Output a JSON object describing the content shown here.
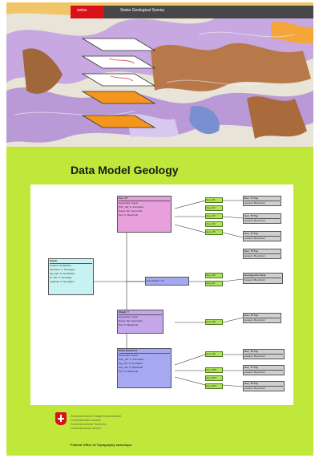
{
  "header": {
    "left_text": "swiss",
    "right_text": "Swiss Geological Survey"
  },
  "title": "Data Model Geology",
  "colors": {
    "background": "#bfe83a",
    "pink": "#e7a0dc",
    "purple": "#c4a6ea",
    "blue": "#a6a8f2",
    "cyan": "#c8f2f2",
    "grey": "#cfcfcf",
    "green": "#aee35a",
    "orange": "#f4951e"
  },
  "diagram": {
    "pink_box": {
      "header": "Geo_XY",
      "rows": [
        "Geometrie: Linear",
        "Prim_Attr: S. Formation",
        "Name: Attr. Geometrie",
        "Text: S_Beschreib"
      ]
    },
    "cyan_box": {
      "header": "Objekt",
      "rows": [
        "Gesamt: Surfattribut",
        "Flurname: S. Sonstiges",
        "Typ_Attr: S. Surfattribut",
        "Nr. Attr: S. Sonstiges",
        "Legende: S. Sonstiges"
      ]
    },
    "center_box": "Konstruktion 1:X",
    "purple_box": {
      "header": "Objekt_Y",
      "rows": [
        "Geometrie: Linear",
        "Name: Attr. Geometrie",
        "Text: S. Beschreib"
      ]
    },
    "blue_box": {
      "header": "Daten Modell XY",
      "rows": [
        "Geometrie: Linear",
        "Prim_Attr: S. Formation",
        "Typ_Attr: S. Formation",
        "Sek_Attr: S. Beschreib",
        "Text: S. Beschreib"
      ]
    },
    "green_labels": [
      "Geo_M1",
      "Geo_M2",
      "Geo_M3",
      "Geo_M4",
      "Geo_M5",
      "Geo_M6",
      "Geo_M7",
      "Geo_M8",
      "Geo_M9",
      "Geo_M10",
      "Geo_M11",
      "Geo_M12"
    ],
    "grey_boxes": [
      {
        "header": "Geo_T1 Typ",
        "row": "Gesamt: Beschreib"
      },
      {
        "header": "Geo_T2 Typ",
        "row": "Gesamt: Beschreib"
      },
      {
        "header": "Geo_T3 Typ",
        "row": "Gesamt: Beschreib"
      },
      {
        "header": "Geo_T4 Typ",
        "row": "Gesamt: Beschreib"
      },
      {
        "header": "Geologische Karte",
        "row": "Gesamt: Beschreib"
      },
      {
        "header": "Geo_T5 Typ",
        "row": "Gesamt: Beschreib"
      },
      {
        "header": "Geo_T6 Typ",
        "row": "Gesamt: Beschreib"
      },
      {
        "header": "Geo_T7 Typ",
        "row": "Gesamt: Beschreib"
      },
      {
        "header": "Geo_T8 Typ",
        "row": "Gesamt: Beschreib"
      }
    ]
  },
  "footer": {
    "federal_lines": [
      "Schweizerische Eidgenossenschaft",
      "Confédération suisse",
      "Confederazione Svizzera",
      "Confederaziun svizra"
    ],
    "office": "Federal Office of Topography swisstopo"
  }
}
